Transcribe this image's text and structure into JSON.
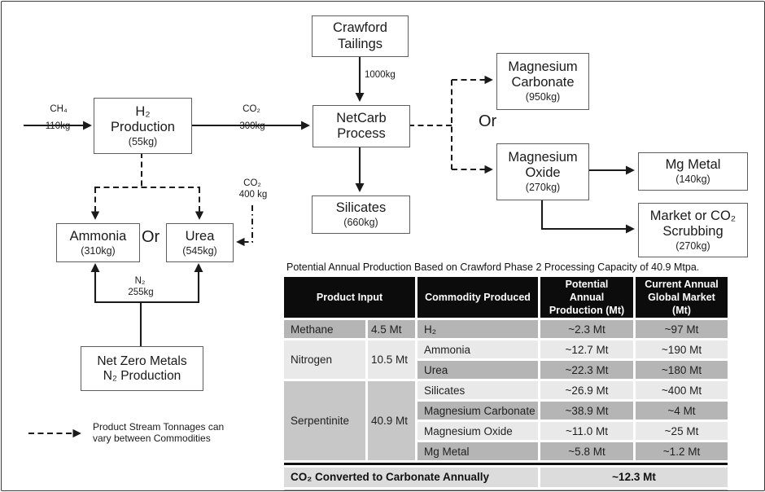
{
  "diagram": {
    "nodes": {
      "crawford_tailings": {
        "line1": "Crawford",
        "line2": "Tailings"
      },
      "h2_production": {
        "line1": "H₂",
        "line2": "Production",
        "sub": "(55kg)"
      },
      "netcarb_process": {
        "line1": "NetCarb",
        "line2": "Process"
      },
      "silicates": {
        "line1": "Silicates",
        "sub": "(660kg)"
      },
      "magnesium_carbonate": {
        "line1": "Magnesium",
        "line2": "Carbonate",
        "sub": "(950kg)"
      },
      "magnesium_oxide": {
        "line1": "Magnesium",
        "line2": "Oxide",
        "sub": "(270kg)"
      },
      "mg_metal": {
        "line1": "Mg Metal",
        "sub": "(140kg)"
      },
      "market_scrubbing": {
        "line1": "Market or CO₂",
        "line2": "Scrubbing",
        "sub": "(270kg)"
      },
      "ammonia": {
        "line1": "Ammonia",
        "sub": "(310kg)"
      },
      "urea": {
        "line1": "Urea",
        "sub": "(545kg)"
      },
      "net_zero_metals": {
        "line1": "Net Zero Metals",
        "line2": "N₂ Production"
      }
    },
    "labels": {
      "ch4": "CH₄",
      "ch4_kg": "110kg",
      "co2_300": "CO₂",
      "co2_300_kg": "300kg",
      "tailings_kg": "1000kg",
      "co2_400": "CO₂",
      "co2_400_kg": "400 kg",
      "n2": "N₂",
      "n2_kg": "255kg",
      "or_left": "Or",
      "or_right": "Or"
    },
    "legend": {
      "line1": "Product Stream Tonnages can",
      "line2": "vary between Commodities"
    }
  },
  "table": {
    "title": "Potential Annual Production Based on Crawford Phase 2 Processing Capacity of 40.9 Mtpa.",
    "headers": {
      "product_input": "Product Input",
      "commodity": "Commodity Produced",
      "potential": "Potential\nAnnual\nProduction (Mt)",
      "market": "Current Annual\nGlobal Market\n(Mt)"
    },
    "inputs": [
      {
        "name": "Methane",
        "amount": "4.5 Mt"
      },
      {
        "name": "Nitrogen",
        "amount": "10.5 Mt"
      },
      {
        "name": "Serpentinite",
        "amount": "40.9 Mt"
      }
    ],
    "rows": [
      {
        "commodity": "H₂",
        "potential": "~2.3 Mt",
        "market": "~97 Mt"
      },
      {
        "commodity": "Ammonia",
        "potential": "~12.7 Mt",
        "market": "~190 Mt"
      },
      {
        "commodity": "Urea",
        "potential": "~22.3 Mt",
        "market": "~180 Mt"
      },
      {
        "commodity": "Silicates",
        "potential": "~26.9 Mt",
        "market": "~400 Mt"
      },
      {
        "commodity": "Magnesium Carbonate",
        "potential": "~38.9 Mt",
        "market": "~4 Mt"
      },
      {
        "commodity": "Magnesium Oxide",
        "potential": "~11.0 Mt",
        "market": "~25 Mt"
      },
      {
        "commodity": "Mg Metal",
        "potential": "~5.8 Mt",
        "market": "~1.2 Mt"
      }
    ],
    "footer": {
      "label": "CO₂ Converted to Carbonate Annually",
      "value": "~12.3 Mt"
    }
  },
  "colors": {
    "row_dark": "#b5b5b5",
    "row_light": "#e9e9e9",
    "serpentinite_cell": "#c7c7c7",
    "footer_row": "#dcdcdc",
    "header_bg": "#0c0c0c",
    "line": "#1a1a1a",
    "box_border": "#5f5f5f"
  }
}
